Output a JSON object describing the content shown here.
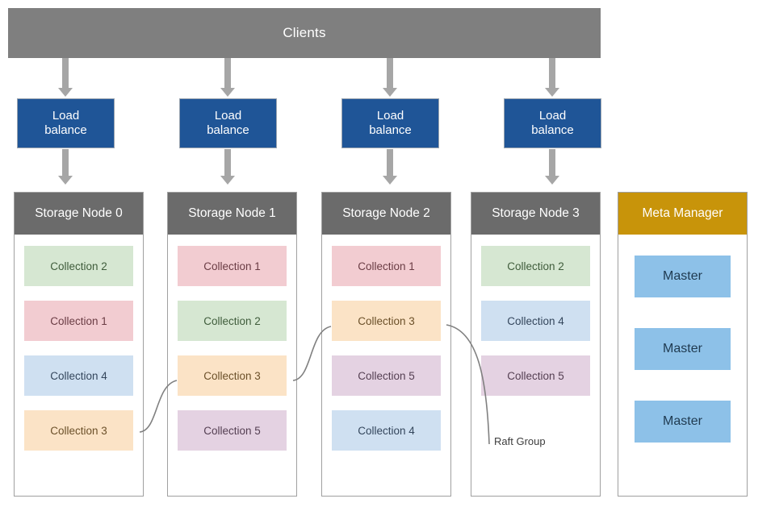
{
  "header": {
    "clients_label": "Clients"
  },
  "load_balancers": [
    {
      "line1": "Load",
      "line2": "balance"
    },
    {
      "line1": "Load",
      "line2": "balance"
    },
    {
      "line1": "Load",
      "line2": "balance"
    },
    {
      "line1": "Load",
      "line2": "balance"
    }
  ],
  "storage_nodes": [
    {
      "title": "Storage Node 0",
      "collections": [
        {
          "label": "Collection 2",
          "color_class": "c-green"
        },
        {
          "label": "Collection 1",
          "color_class": "c-pink"
        },
        {
          "label": "Collection 4",
          "color_class": "c-blue"
        },
        {
          "label": "Collection 3",
          "color_class": "c-orange"
        }
      ]
    },
    {
      "title": "Storage Node 1",
      "collections": [
        {
          "label": "Collection 1",
          "color_class": "c-pink"
        },
        {
          "label": "Collection 2",
          "color_class": "c-green"
        },
        {
          "label": "Collection 3",
          "color_class": "c-orange"
        },
        {
          "label": "Collection 5",
          "color_class": "c-purple"
        }
      ]
    },
    {
      "title": "Storage Node 2",
      "collections": [
        {
          "label": "Collection 1",
          "color_class": "c-pink"
        },
        {
          "label": "Collection 3",
          "color_class": "c-orange"
        },
        {
          "label": "Collection 5",
          "color_class": "c-purple"
        },
        {
          "label": "Collection 4",
          "color_class": "c-blue"
        }
      ]
    },
    {
      "title": "Storage Node 3",
      "collections": [
        {
          "label": "Collection 2",
          "color_class": "c-green"
        },
        {
          "label": "Collection 4",
          "color_class": "c-blue"
        },
        {
          "label": "Collection 5",
          "color_class": "c-purple"
        }
      ]
    }
  ],
  "meta_manager": {
    "title": "Meta Manager",
    "masters": [
      {
        "label": "Master"
      },
      {
        "label": "Master"
      },
      {
        "label": "Master"
      }
    ]
  },
  "annotations": {
    "raft_group_label": "Raft Group"
  },
  "colors": {
    "clients_bar": "#7f7f7f",
    "node_header_gray": "#6b6b6b",
    "meta_header_gold": "#c8940a",
    "load_balance_blue": "#1f5597",
    "arrow_gray": "#a6a6a6",
    "master_blue": "#8dc1e8",
    "connector_line": "#808080",
    "collection_green": "#d6e7d2",
    "collection_pink": "#f2ccd1",
    "collection_blue": "#cfe0f1",
    "collection_orange": "#fbe3c6",
    "collection_purple": "#e4d2e2"
  }
}
